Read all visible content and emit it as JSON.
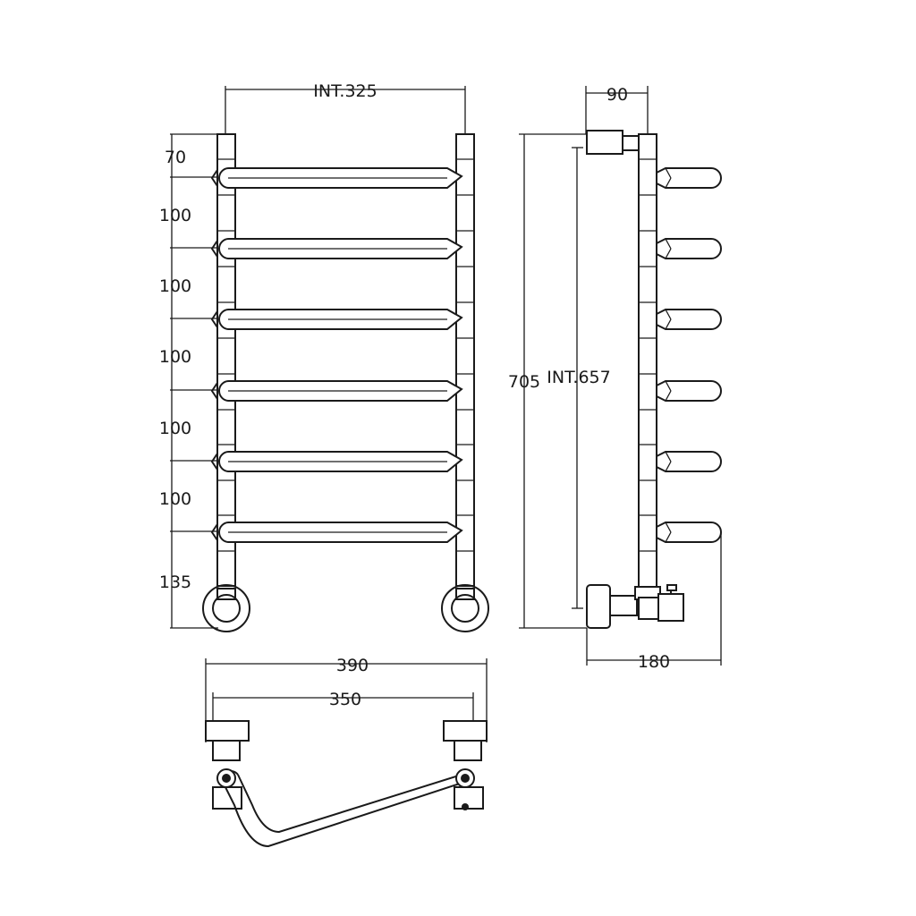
{
  "front_view": {
    "width_label": "INT.325",
    "spacing_labels": [
      "70",
      "100",
      "100",
      "100",
      "100",
      "100",
      "135"
    ]
  },
  "side_view": {
    "depth_label": "90",
    "height_label": "705",
    "inner_height_label": "INT.657",
    "projection_label": "180"
  },
  "top_view": {
    "outer_width_label": "390",
    "inner_width_label": "350"
  }
}
